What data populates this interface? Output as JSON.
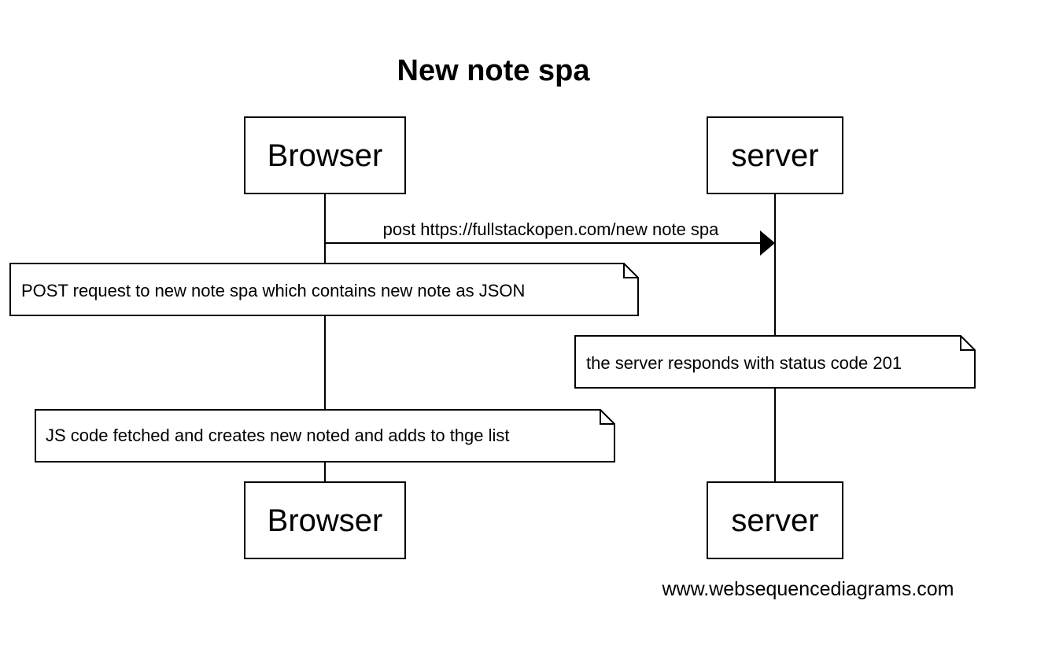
{
  "diagram": {
    "title": "New note spa",
    "participants": {
      "browser": "Browser",
      "server": "server"
    },
    "message": "post https://fullstackopen.com/new note spa",
    "notes": {
      "post_request": "POST request to new note spa  which contains new note as JSON",
      "server_response": "the server  responds with status code 201",
      "js_code": "JS code fetched  and creates new noted and adds to thge list"
    },
    "watermark": "www.websequencediagrams.com"
  }
}
